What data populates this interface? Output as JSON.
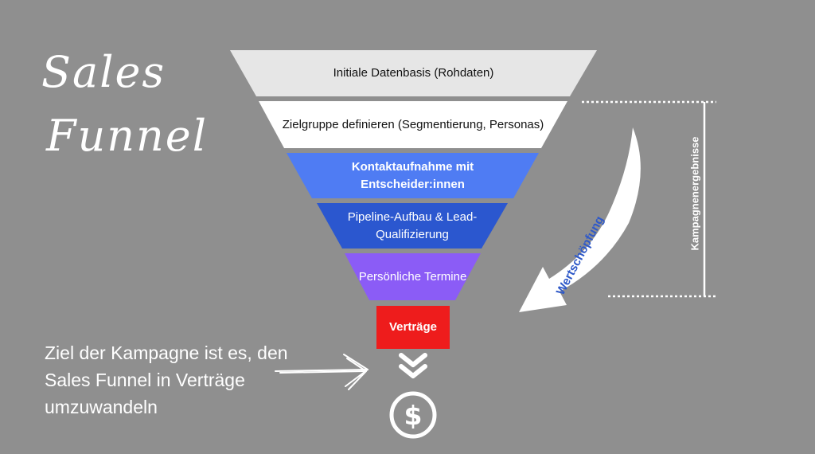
{
  "title": {
    "line1": "Sales",
    "line2": "Funnel"
  },
  "funnel": {
    "stages": [
      {
        "label": "Initiale Datenbasis (Rohdaten)",
        "color": "#e6e6e6",
        "text_color": "#111111",
        "bold": false
      },
      {
        "label": "Zielgruppe definieren (Segmentierung, Personas)",
        "color": "#ffffff",
        "text_color": "#111111",
        "bold": false
      },
      {
        "label": "Kontaktaufnahme mit Entscheider:innen",
        "color": "#4f7cf3",
        "text_color": "#ffffff",
        "bold": true
      },
      {
        "label": "Pipeline-Aufbau & Lead-Qualifizierung",
        "color": "#2b57cf",
        "text_color": "#ffffff",
        "bold": false
      },
      {
        "label": "Persönliche Termine",
        "color": "#8b5cf6",
        "text_color": "#ffffff",
        "bold": false
      }
    ],
    "final": {
      "label": "Verträge",
      "color": "#ee1c1c",
      "text_color": "#ffffff"
    }
  },
  "goal_text": "Ziel der Kampagne ist es, den Sales Funnel in Verträge umzuwandeln",
  "value_arrow_label": "Wertschöpfung",
  "bracket_label": "Kampagnenergebnisse",
  "icons": {
    "down": "double-chevron-down-icon",
    "money": "dollar-coin-icon",
    "pointer": "hand-drawn-arrow-icon"
  }
}
